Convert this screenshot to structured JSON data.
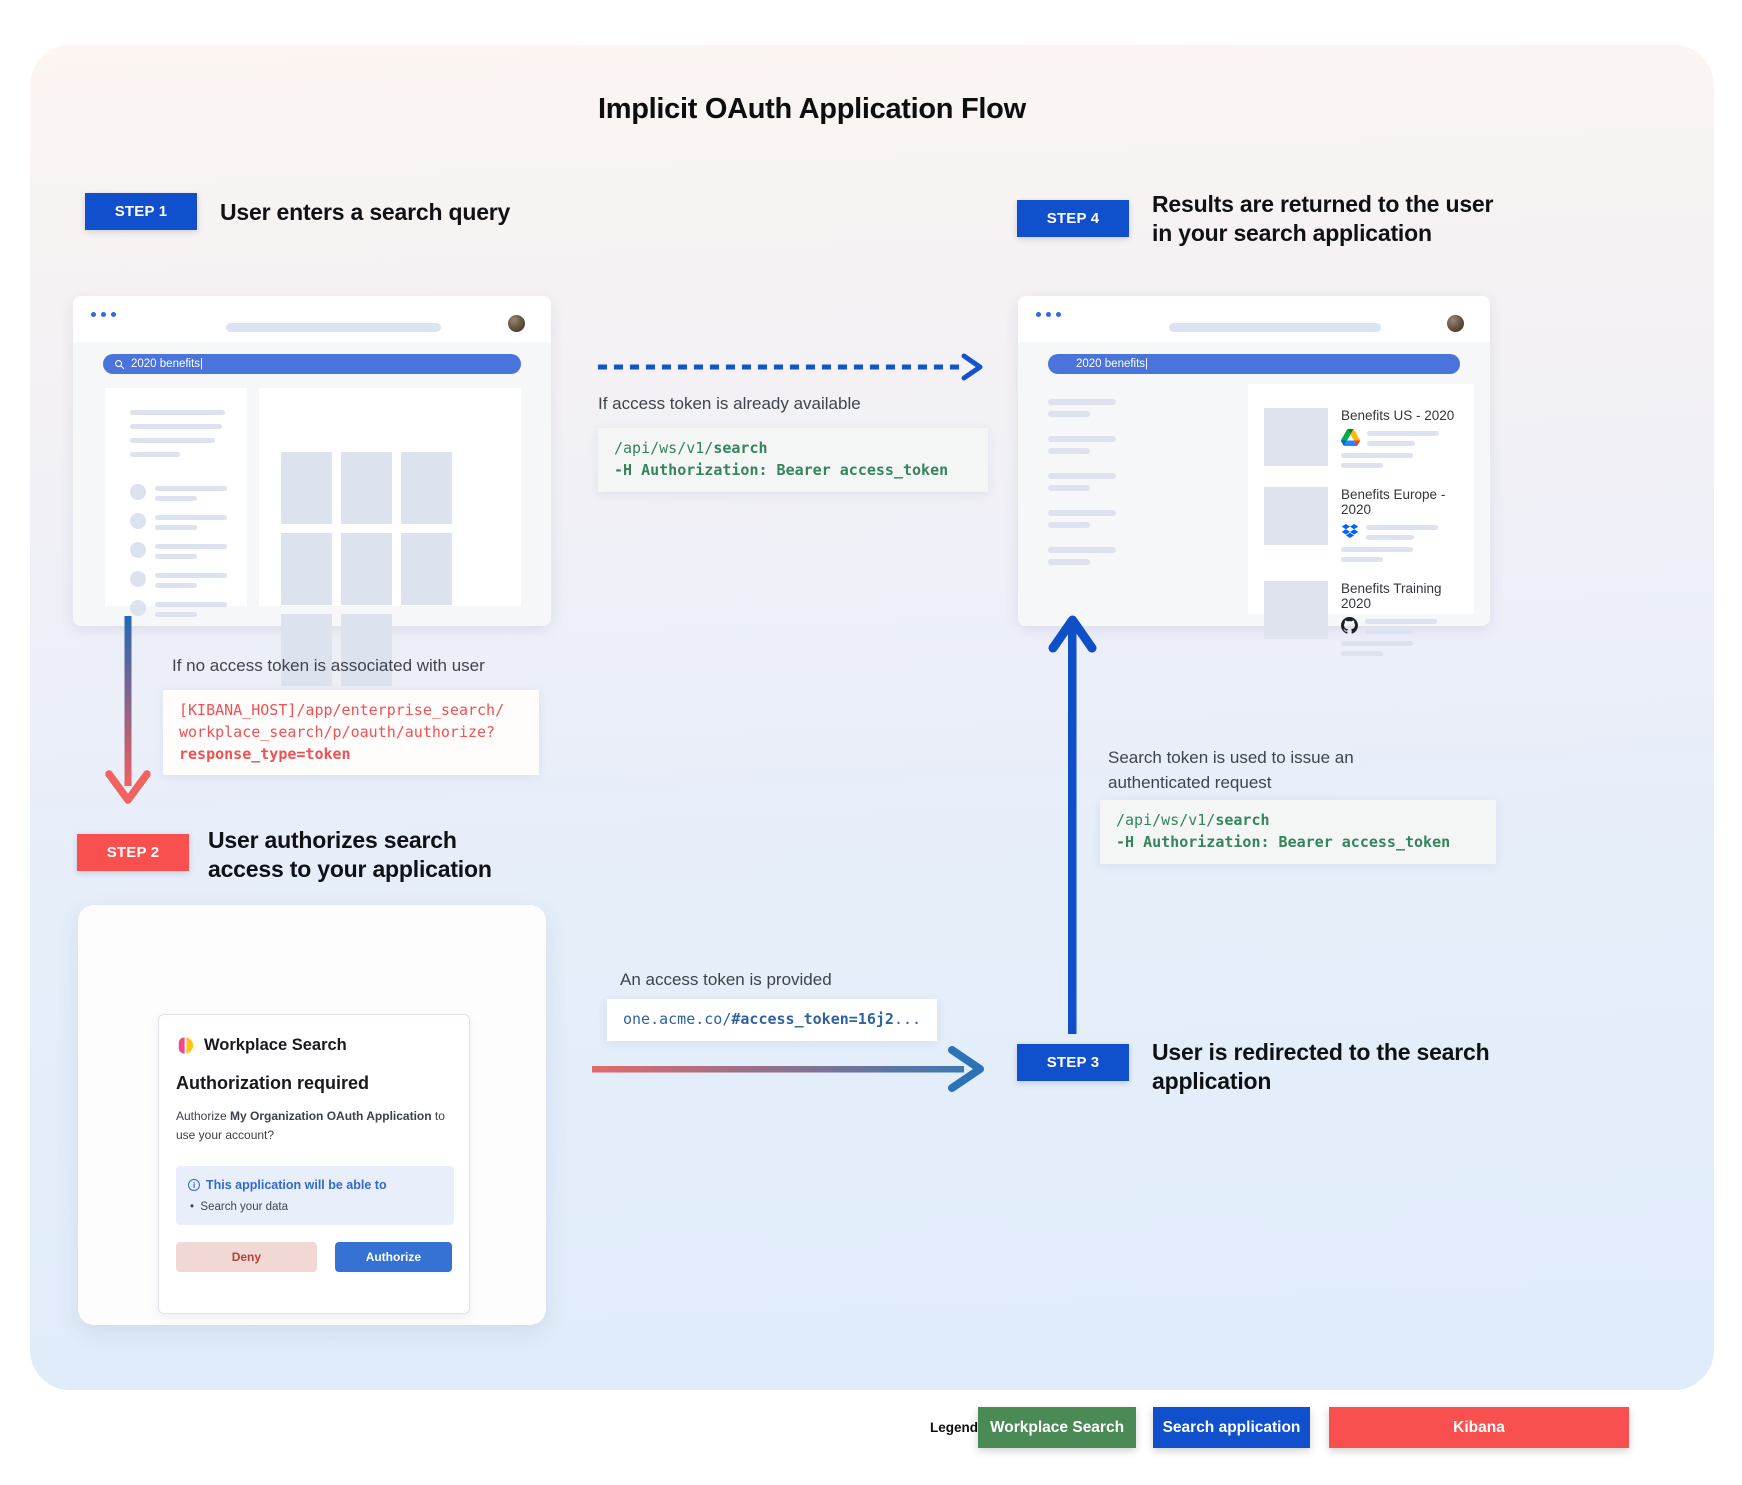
{
  "title": "Implicit OAuth Application Flow",
  "colors": {
    "search_application_blue": "#1150cc",
    "kibana_red": "#f8504e",
    "workplace_search_green": "#4a8b55",
    "code_green": "#35845c",
    "code_red": "#f05152",
    "code_blue": "#2d639e",
    "search_bar_blue": "#4a73dc"
  },
  "step1": {
    "badge": "STEP 1",
    "title": "User enters a search query"
  },
  "step2": {
    "badge": "STEP 2",
    "title": "User authorizes search access to your application"
  },
  "step3": {
    "badge": "STEP 3",
    "title": "User is redirected to the search application"
  },
  "step4": {
    "badge": "STEP 4",
    "title": "Results are returned to the user in your search application"
  },
  "browser1": {
    "search_query": "2020 benefits|"
  },
  "browser2": {
    "search_query": "2020 benefits|",
    "results": [
      {
        "title": "Benefits US - 2020",
        "source": "google-drive"
      },
      {
        "title": "Benefits Europe - 2020",
        "source": "dropbox"
      },
      {
        "title": "Benefits Training 2020",
        "source": "github"
      }
    ]
  },
  "flows": {
    "token_available": {
      "label": "If access token is already available",
      "code_line1_pre": "/api/ws/v1/",
      "code_line1_bold": "search",
      "code_line2": "-H Authorization: Bearer access_token"
    },
    "no_token": {
      "label": "If no access token is associated with user",
      "code_line1": "[KIBANA_HOST]/app/enterprise_search/",
      "code_line2": "workplace_search/p/oauth/authorize?",
      "code_line3_bold": "response_type=token"
    },
    "token_provided": {
      "label": "An access token is provided",
      "code_pre": "one.acme.co/",
      "code_bold": "#access_token=16j2",
      "code_post": "..."
    },
    "authenticated_request": {
      "label": "Search token is used to issue an authenticated request",
      "code_line1_pre": "/api/ws/v1/",
      "code_line1_bold": "search",
      "code_line2": "-H Authorization: Bearer access_token"
    }
  },
  "dialog": {
    "app_name": "Workplace Search",
    "heading": "Authorization required",
    "body_pre": "Authorize ",
    "body_bold": "My Organization OAuth Application",
    "body_post": " to use your account?",
    "scope_title": "This application will be able to",
    "scope_item": "Search your data",
    "deny_label": "Deny",
    "authorize_label": "Authorize"
  },
  "legend": {
    "label": "Legend",
    "items": [
      {
        "label": "Workplace Search",
        "color": "#4a8b55"
      },
      {
        "label": "Search application",
        "color": "#1150cc"
      },
      {
        "label": "Kibana",
        "color": "#f8504e"
      }
    ]
  }
}
